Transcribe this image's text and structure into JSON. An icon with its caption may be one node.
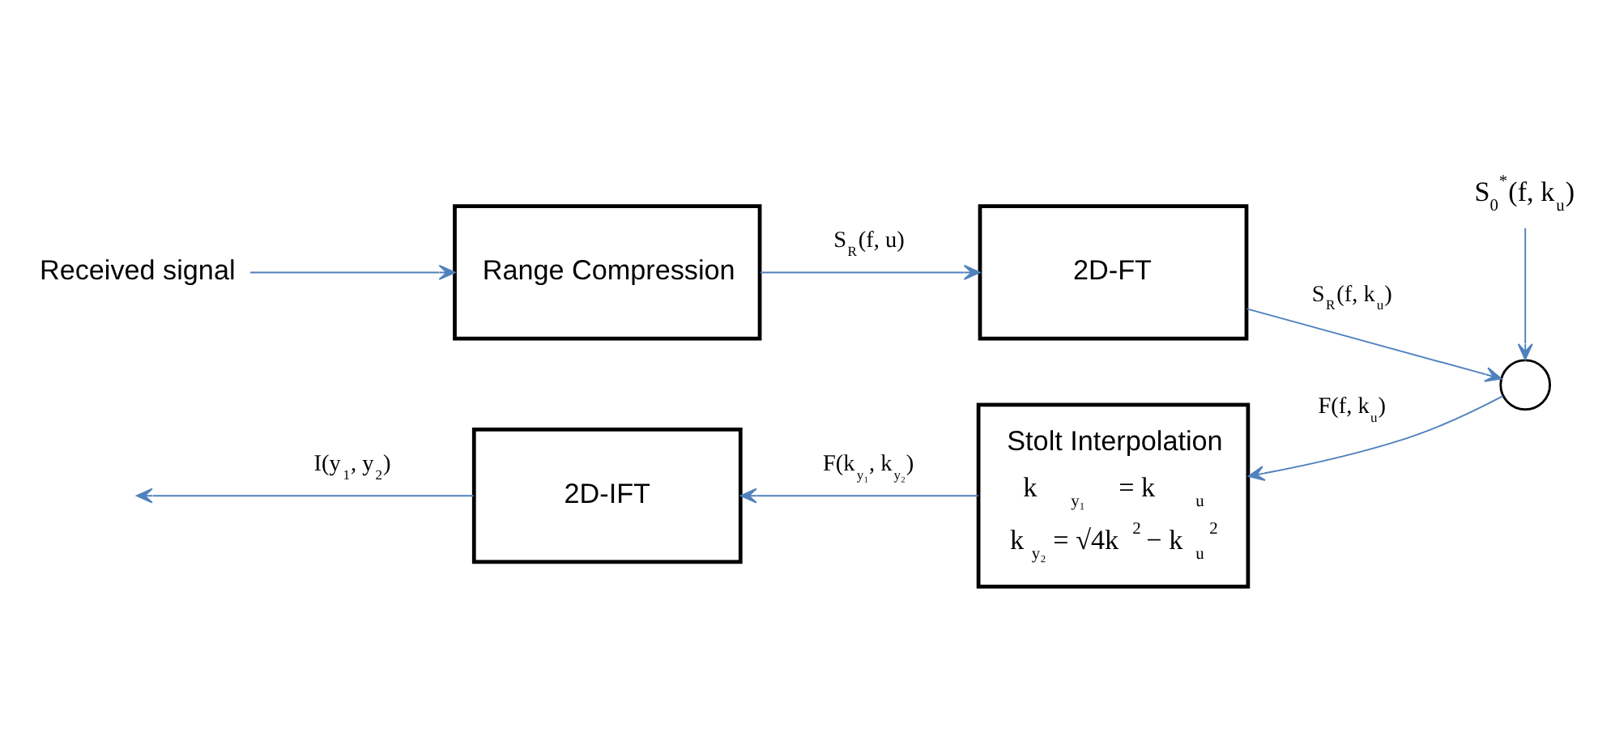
{
  "diagram": {
    "nodes": [
      {
        "text": [
          "Received signal"
        ]
      },
      {
        "text": [
          "Range Compression"
        ]
      },
      {
        "text": [
          "2D-FT"
        ]
      },
      {
        "text": [],
        "shape": "circle"
      },
      {
        "text": [
          "Stolt Interpolation",
          "k$_{y₁}$ = k$_{u}$",
          "k$_{y₂}$ = √4k$^{2}$ − k$_{u}$$^{2}$"
        ]
      },
      {
        "text": [
          "2D-IFT"
        ]
      },
      {
        "text": [
          "S$_{0}$$^{*}$(f, k$_{u}$)"
        ]
      }
    ],
    "edges": [
      {
        "from": 0,
        "to": 1,
        "arrow": "to"
      },
      {
        "from": 1,
        "to": 2,
        "arrow": "to",
        "label": "S$_{R}$(f, u)"
      },
      {
        "from": 2,
        "to": 3,
        "arrow": "to",
        "label": "S$_{R}$(f, k$_{u}$)"
      },
      {
        "from": 6,
        "to": 3,
        "arrow": "to"
      },
      {
        "from": 3,
        "to": 4,
        "arrow": "to",
        "label": "F(f, k$_{u}$)"
      },
      {
        "from": 4,
        "to": 5,
        "arrow": "to",
        "label": "F(k$_{y₁}$, k$_{y₂}$)"
      },
      {
        "from": 5,
        "to": null,
        "arrow": "to",
        "label": "I(y$_{1}$, y$_{2}$)"
      }
    ]
  }
}
